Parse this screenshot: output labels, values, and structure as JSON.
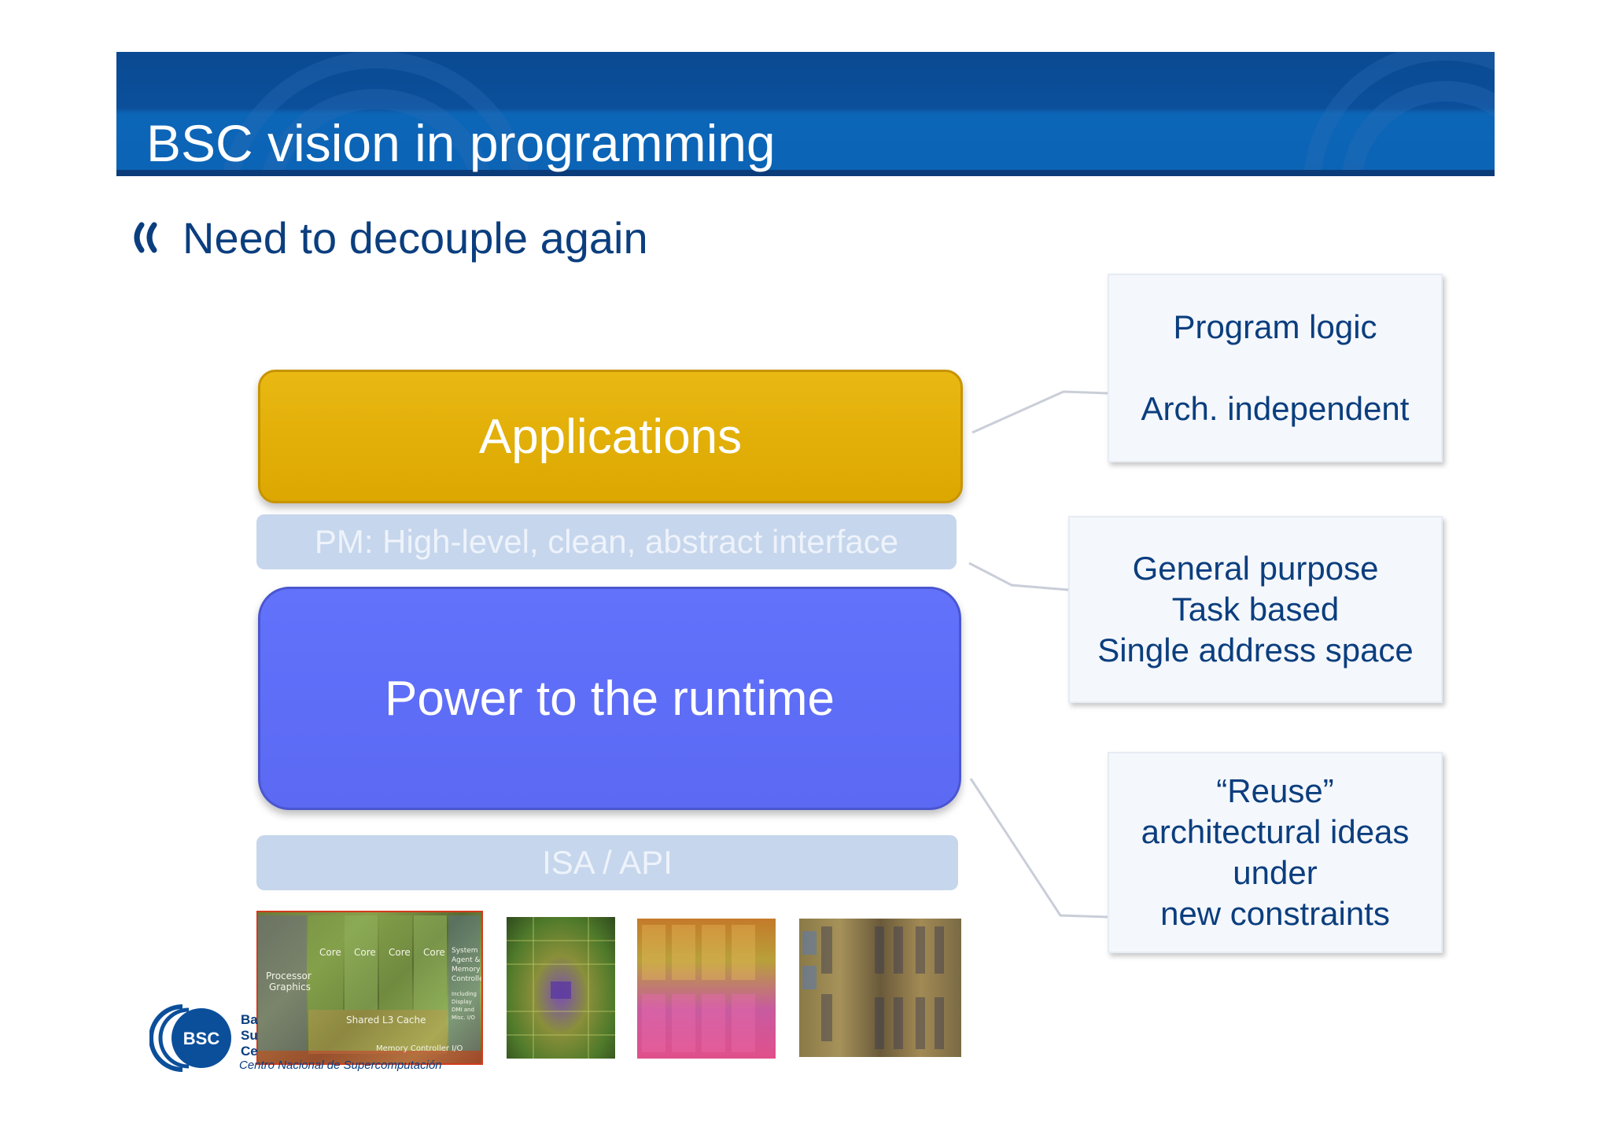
{
  "slide": {
    "title": "BSC vision in programming",
    "bullet": "Need to decouple again"
  },
  "stack": {
    "applications": "Applications",
    "pm_interface": "PM: High-level, clean, abstract interface",
    "runtime": "Power to the runtime",
    "isa": "ISA / API"
  },
  "callouts": [
    {
      "lines": [
        "Program logic",
        "Arch. independent"
      ]
    },
    {
      "lines": [
        "General purpose",
        "Task based",
        "Single address space"
      ]
    },
    {
      "lines": [
        "“Reuse”",
        "architectural ideas",
        "under",
        "new constraints"
      ]
    }
  ],
  "chip_labels": {
    "core_labels": [
      "Core",
      "Core",
      "Core",
      "Core"
    ],
    "processor_graphics": [
      "Processor",
      "Graphics"
    ],
    "system_agent": [
      "System",
      "Agent &",
      "Memory",
      "Controller"
    ],
    "shared_cache": "Shared L3 Cache",
    "memory_controller": "Memory Controller I/O",
    "including_display": [
      "Including",
      "Display",
      "DMI and",
      "Misc. I/O"
    ]
  },
  "logo": {
    "mark": "BSC",
    "name_fragments": [
      "Ba",
      "Su",
      "Ce"
    ],
    "tagline": "Centro Nacional de Supercomputación"
  },
  "colors": {
    "banner": "#0b4f9b",
    "text_blue": "#0b3e7e",
    "applications": "#e2ad06",
    "runtime": "#5f6ef8",
    "interface_bars": "#c6d6ec"
  }
}
